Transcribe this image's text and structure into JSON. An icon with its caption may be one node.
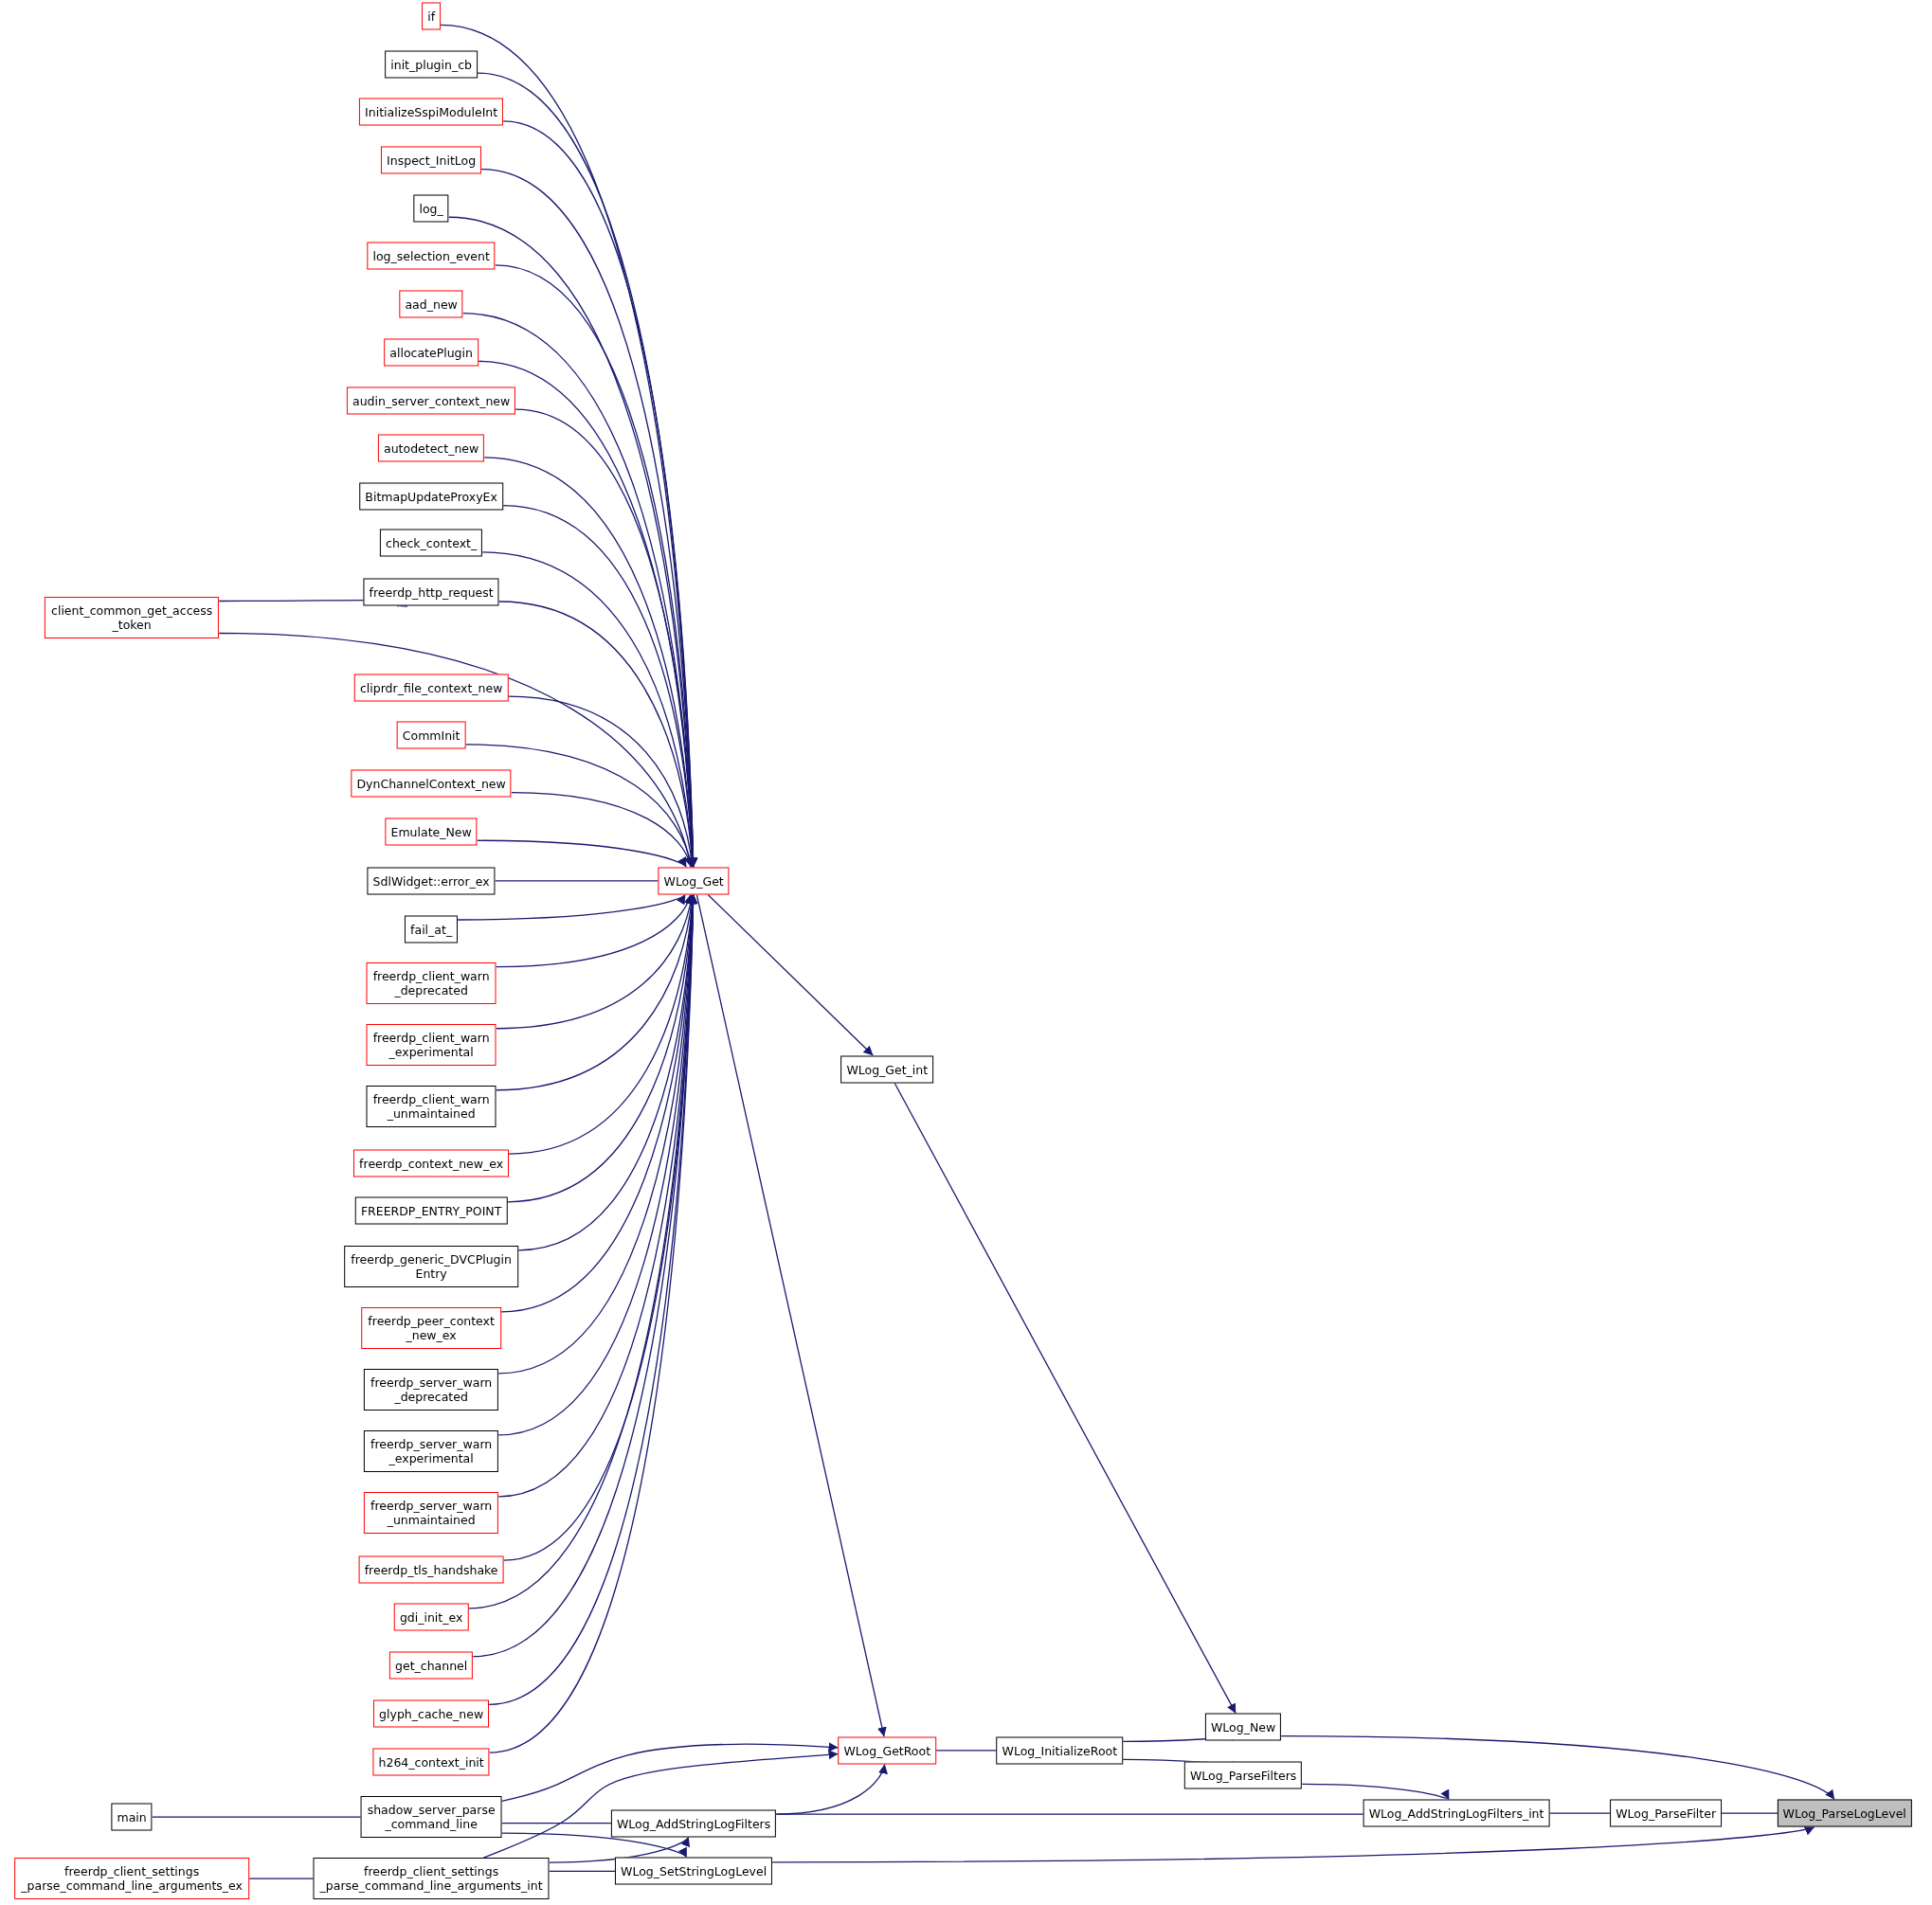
{
  "diagram": {
    "nodes": [
      {
        "text": [
          "if"
        ]
      },
      {
        "text": [
          "init_plugin_cb"
        ]
      },
      {
        "text": [
          "InitializeSspiModuleInt"
        ]
      },
      {
        "text": [
          "Inspect_InitLog"
        ]
      },
      {
        "text": [
          "log_"
        ]
      },
      {
        "text": [
          "log_selection_event"
        ]
      },
      {
        "text": [
          "aad_new"
        ]
      },
      {
        "text": [
          "allocatePlugin"
        ]
      },
      {
        "text": [
          "audin_server_context_new"
        ]
      },
      {
        "text": [
          "autodetect_new"
        ]
      },
      {
        "text": [
          "BitmapUpdateProxyEx"
        ]
      },
      {
        "text": [
          "check_context_"
        ]
      },
      {
        "text": [
          "freerdp_http_request"
        ]
      },
      {
        "text": [
          "client_common_get_access _token"
        ]
      },
      {
        "text": [
          "cliprdr_file_context_new"
        ]
      },
      {
        "text": [
          "CommInit"
        ]
      },
      {
        "text": [
          "DynChannelContext_new"
        ]
      },
      {
        "text": [
          "Emulate_New"
        ]
      },
      {
        "text": [
          "SdlWidget::error_ex"
        ]
      },
      {
        "text": [
          "fail_at_"
        ]
      },
      {
        "text": [
          "freerdp_client_warn _deprecated"
        ]
      },
      {
        "text": [
          "freerdp_client_warn _experimental"
        ]
      },
      {
        "text": [
          "freerdp_client_warn _unmaintained"
        ]
      },
      {
        "text": [
          "freerdp_context_new_ex"
        ]
      },
      {
        "text": [
          "FREERDP_ENTRY_POINT"
        ]
      },
      {
        "text": [
          "freerdp_generic_DVCPlugin Entry"
        ]
      },
      {
        "text": [
          "freerdp_peer_context _new_ex"
        ]
      },
      {
        "text": [
          "freerdp_server_warn _deprecated"
        ]
      },
      {
        "text": [
          "freerdp_server_warn _experimental"
        ]
      },
      {
        "text": [
          "freerdp_server_warn _unmaintained"
        ]
      },
      {
        "text": [
          "freerdp_tls_handshake"
        ]
      },
      {
        "text": [
          "gdi_init_ex"
        ]
      },
      {
        "text": [
          "get_channel"
        ]
      },
      {
        "text": [
          "glyph_cache_new"
        ]
      },
      {
        "text": [
          "h264_context_init"
        ]
      },
      {
        "text": [
          "main"
        ]
      },
      {
        "text": [
          "shadow_server_parse _command_line"
        ]
      },
      {
        "text": [
          "freerdp_client_settings _parse_command_line_arguments_ex"
        ]
      },
      {
        "text": [
          "freerdp_client_settings _parse_command_line_arguments_int"
        ]
      },
      {
        "text": [
          "WLog_Get"
        ]
      },
      {
        "text": [
          "WLog_Get_int"
        ]
      },
      {
        "text": [
          "WLog_GetRoot"
        ]
      },
      {
        "text": [
          "WLog_AddStringLogFilters"
        ]
      },
      {
        "text": [
          "WLog_SetStringLogLevel"
        ]
      },
      {
        "text": [
          "WLog_InitializeRoot"
        ]
      },
      {
        "text": [
          "WLog_New"
        ]
      },
      {
        "text": [
          "WLog_ParseFilters"
        ]
      },
      {
        "text": [
          "WLog_AddStringLogFilters_int"
        ]
      },
      {
        "text": [
          "WLog_ParseFilter"
        ]
      },
      {
        "text": [
          "WLog_ParseLogLevel"
        ]
      }
    ],
    "edges": [
      {
        "from": 13,
        "to": 12,
        "arrow": "to"
      },
      {
        "from": 0,
        "to": 39,
        "arrow": "to"
      },
      {
        "from": 1,
        "to": 39,
        "arrow": "to"
      },
      {
        "from": 2,
        "to": 39,
        "arrow": "to"
      },
      {
        "from": 3,
        "to": 39,
        "arrow": "to"
      },
      {
        "from": 4,
        "to": 39,
        "arrow": "to"
      },
      {
        "from": 5,
        "to": 39,
        "arrow": "to"
      },
      {
        "from": 6,
        "to": 39,
        "arrow": "to"
      },
      {
        "from": 7,
        "to": 39,
        "arrow": "to"
      },
      {
        "from": 8,
        "to": 39,
        "arrow": "to"
      },
      {
        "from": 9,
        "to": 39,
        "arrow": "to"
      },
      {
        "from": 10,
        "to": 39,
        "arrow": "to"
      },
      {
        "from": 11,
        "to": 39,
        "arrow": "to"
      },
      {
        "from": 12,
        "to": 39,
        "arrow": "to"
      },
      {
        "from": 13,
        "to": 39,
        "arrow": "to"
      },
      {
        "from": 14,
        "to": 39,
        "arrow": "to"
      },
      {
        "from": 15,
        "to": 39,
        "arrow": "to"
      },
      {
        "from": 16,
        "to": 39,
        "arrow": "to"
      },
      {
        "from": 17,
        "to": 39,
        "arrow": "to"
      },
      {
        "from": 18,
        "to": 39,
        "arrow": "to"
      },
      {
        "from": 19,
        "to": 39,
        "arrow": "to"
      },
      {
        "from": 20,
        "to": 39,
        "arrow": "to"
      },
      {
        "from": 21,
        "to": 39,
        "arrow": "to"
      },
      {
        "from": 22,
        "to": 39,
        "arrow": "to"
      },
      {
        "from": 23,
        "to": 39,
        "arrow": "to"
      },
      {
        "from": 24,
        "to": 39,
        "arrow": "to"
      },
      {
        "from": 25,
        "to": 39,
        "arrow": "to"
      },
      {
        "from": 26,
        "to": 39,
        "arrow": "to"
      },
      {
        "from": 27,
        "to": 39,
        "arrow": "to"
      },
      {
        "from": 28,
        "to": 39,
        "arrow": "to"
      },
      {
        "from": 29,
        "to": 39,
        "arrow": "to"
      },
      {
        "from": 30,
        "to": 39,
        "arrow": "to"
      },
      {
        "from": 31,
        "to": 39,
        "arrow": "to"
      },
      {
        "from": 32,
        "to": 39,
        "arrow": "to"
      },
      {
        "from": 33,
        "to": 39,
        "arrow": "to"
      },
      {
        "from": 34,
        "to": 39,
        "arrow": "to"
      },
      {
        "from": 35,
        "to": 36,
        "arrow": "to"
      },
      {
        "from": 37,
        "to": 38,
        "arrow": "to"
      },
      {
        "from": 36,
        "to": 41,
        "arrow": "to"
      },
      {
        "from": 36,
        "to": 42,
        "arrow": "to"
      },
      {
        "from": 36,
        "to": 43,
        "arrow": "to"
      },
      {
        "from": 38,
        "to": 41,
        "arrow": "to"
      },
      {
        "from": 38,
        "to": 42,
        "arrow": "to"
      },
      {
        "from": 38,
        "to": 43,
        "arrow": "to"
      },
      {
        "from": 39,
        "to": 40,
        "arrow": "to"
      },
      {
        "from": 39,
        "to": 41,
        "arrow": "to"
      },
      {
        "from": 40,
        "to": 45,
        "arrow": "to"
      },
      {
        "from": 42,
        "to": 41,
        "arrow": "to"
      },
      {
        "from": 42,
        "to": 47,
        "arrow": "to"
      },
      {
        "from": 41,
        "to": 44,
        "arrow": "to"
      },
      {
        "from": 44,
        "to": 45,
        "arrow": "to"
      },
      {
        "from": 44,
        "to": 46,
        "arrow": "to"
      },
      {
        "from": 46,
        "to": 47,
        "arrow": "to"
      },
      {
        "from": 47,
        "to": 48,
        "arrow": "to"
      },
      {
        "from": 48,
        "to": 49,
        "arrow": "to"
      },
      {
        "from": 45,
        "to": 49,
        "arrow": "to"
      },
      {
        "from": 43,
        "to": 49,
        "arrow": "to"
      }
    ]
  }
}
